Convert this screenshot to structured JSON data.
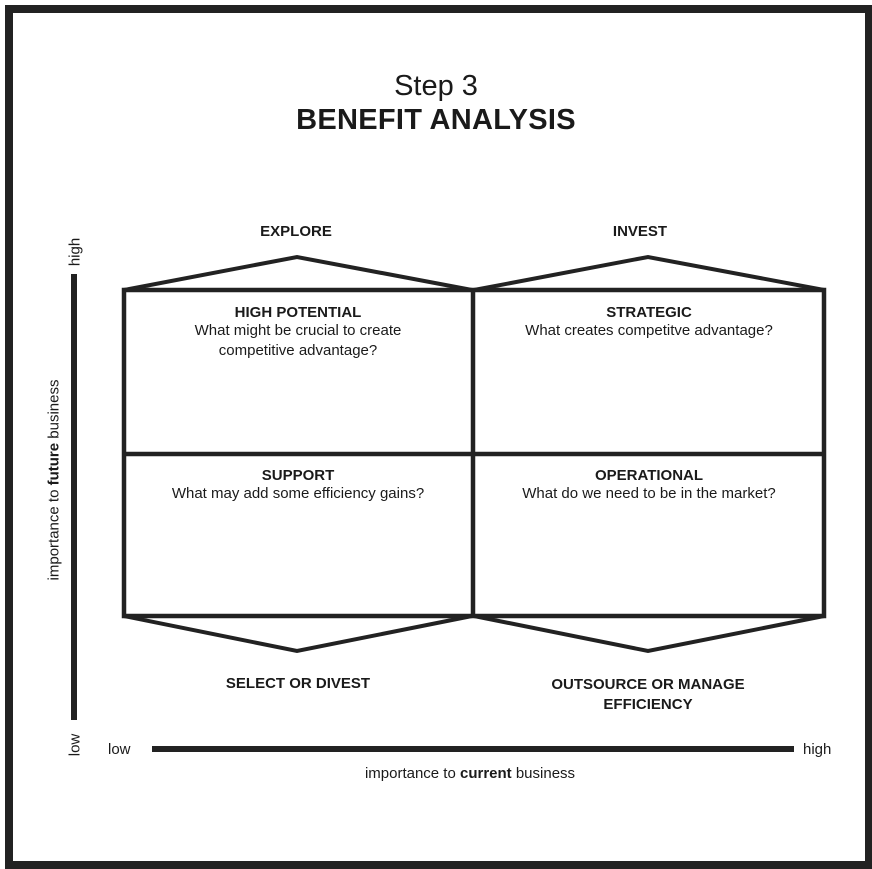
{
  "header": {
    "step": "Step 3",
    "title": "BENEFIT ANALYSIS"
  },
  "top_labels": {
    "left": "EXPLORE",
    "right": "INVEST"
  },
  "bottom_labels": {
    "left": "SELECT OR DIVEST",
    "right_line1": "OUTSOURCE OR MANAGE",
    "right_line2": "EFFICIENCY"
  },
  "quadrants": {
    "top_left": {
      "heading": "HIGH POTENTIAL",
      "line1": "What might be crucial to create",
      "line2": "competitive advantage?"
    },
    "top_right": {
      "heading": "STRATEGIC",
      "line1": "What creates competitve advantage?"
    },
    "bottom_left": {
      "heading": "SUPPORT",
      "line1": "What may add some efficiency gains?"
    },
    "bottom_right": {
      "heading": "OPERATIONAL",
      "line1": "What do we need to be in the market?"
    }
  },
  "y_axis": {
    "high": "high",
    "low": "low",
    "label_prefix": "importance to ",
    "label_emph": "future",
    "label_suffix": " business"
  },
  "x_axis": {
    "low": "low",
    "high": "high",
    "label_prefix": "importance to ",
    "label_emph": "current",
    "label_suffix": " business"
  },
  "colors": {
    "line": "#222222",
    "text": "#1a1a1a",
    "background": "#ffffff"
  }
}
